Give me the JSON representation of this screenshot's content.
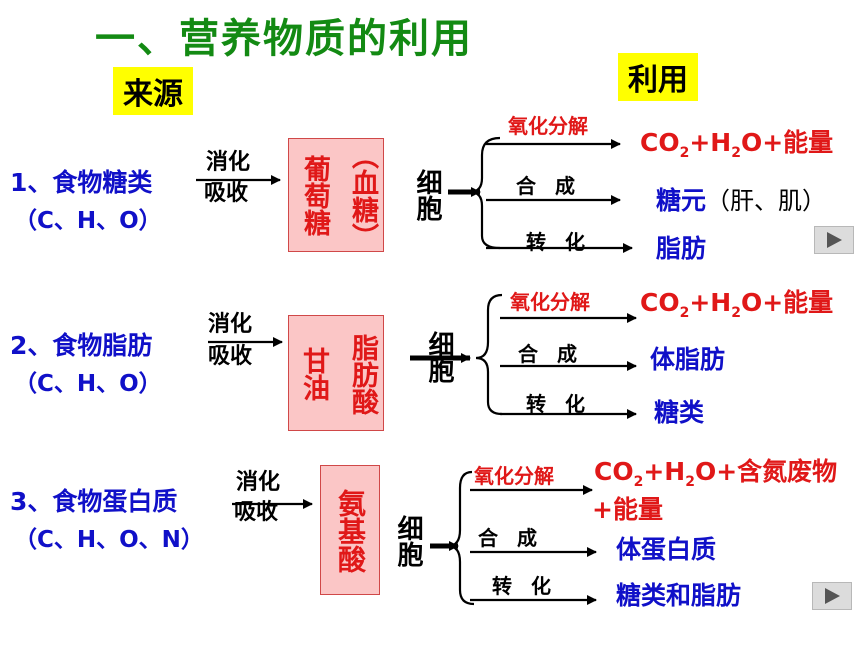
{
  "title": "一、营养物质的利用",
  "header_source": "来源",
  "header_use": "利用",
  "rows": [
    {
      "source": "1、食物糖类",
      "formula": "（C、H、O）",
      "digest_1": "消化",
      "digest_2": "吸收",
      "product": "葡萄糖",
      "product_note": "（血糖）",
      "cell": "细胞",
      "processes": [
        "氧化分解",
        "合 成",
        "转 化"
      ],
      "results": [
        "CO2+H2O+能量",
        "糖元",
        "脂肪"
      ],
      "results_extra": "（肝、肌）"
    },
    {
      "source": "2、食物脂肪",
      "formula": "（C、H、O）",
      "digest_1": "消化",
      "digest_2": "吸收",
      "product_a": "甘油",
      "product_b": "脂肪酸",
      "cell": "细胞",
      "processes": [
        "氧化分解",
        "合 成",
        "转 化"
      ],
      "results": [
        "CO2+H2O+能量",
        "体脂肪",
        "糖类"
      ]
    },
    {
      "source": "3、食物蛋白质",
      "formula": "（C、H、O、N）",
      "digest_1": "消化",
      "digest_2": "吸收",
      "product": "氨基酸",
      "cell": "细胞",
      "processes": [
        "氧化分解",
        "合 成",
        "转 化"
      ],
      "results": [
        "CO2+H2O+含氮废物",
        "+能量",
        "体蛋白质",
        "糖类和脂肪"
      ]
    }
  ],
  "colors": {
    "title": "#138a13",
    "source": "#1010c8",
    "accent_red": "#e01818",
    "box_fill": "#fbc6c6",
    "label_bg": "#ffff00"
  }
}
